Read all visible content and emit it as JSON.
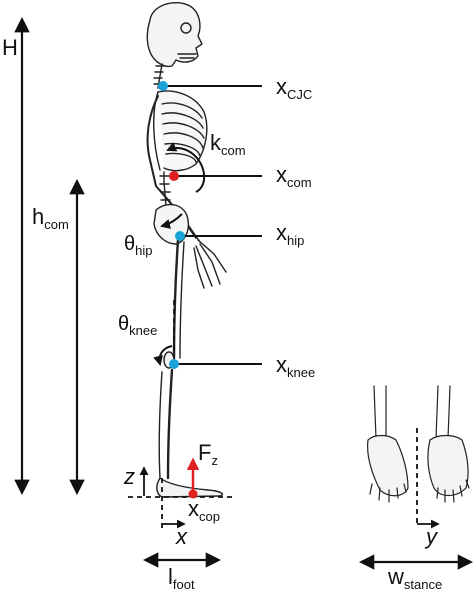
{
  "labels": {
    "H": "H",
    "h": "h",
    "h_sub": "com",
    "x_cjc": "x",
    "x_cjc_sub": "CJC",
    "k": "k",
    "k_sub": "com",
    "x_com": "x",
    "x_com_sub": "com",
    "theta_hip": "θ",
    "theta_hip_sub": "hip",
    "x_hip": "x",
    "x_hip_sub": "hip",
    "theta_knee": "θ",
    "theta_knee_sub": "knee",
    "x_knee": "x",
    "x_knee_sub": "knee",
    "F": "F",
    "F_sub": "z",
    "z": "z",
    "x_cop": "x",
    "x_cop_sub": "cop",
    "x_axis": "x",
    "l": "l",
    "l_sub": "foot",
    "y_axis": "y",
    "w": "w",
    "w_sub": "stance"
  },
  "colors": {
    "joint_blue": "#1aa3d9",
    "joint_red": "#e02020",
    "ink": "#111111"
  }
}
